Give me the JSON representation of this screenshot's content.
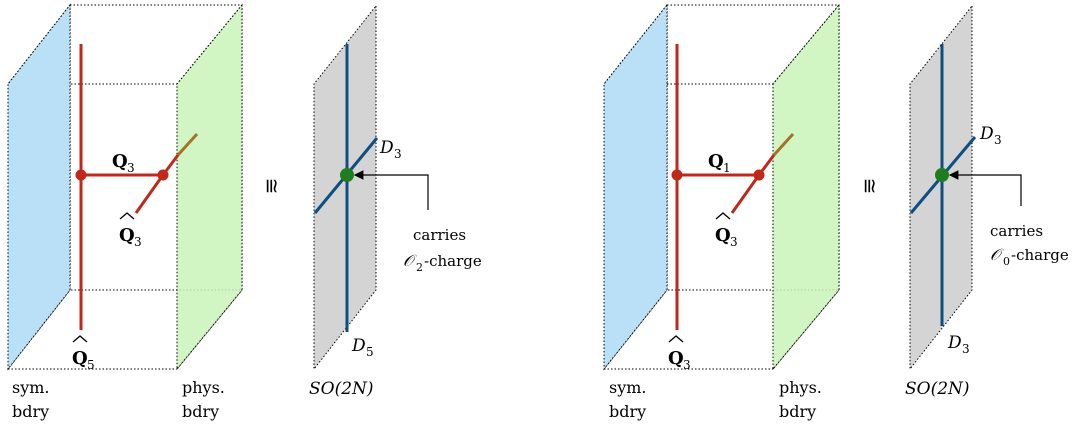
{
  "figures": [
    {
      "line_labels": {
        "horizontal_main": "Q",
        "horizontal_sub": "3",
        "diagonal_main": "Q",
        "diagonal_sub": "3",
        "bottom_main": "Q",
        "bottom_sub": "5"
      },
      "boundary_labels": {
        "sym_line1": "sym.",
        "sym_line2": "bdry",
        "phys_line1": "phys.",
        "phys_line2": "bdry"
      },
      "iso_symbol": "≅",
      "defect": {
        "top_main": "D",
        "top_sub": "3",
        "bottom_main": "D",
        "bottom_sub": "5",
        "note_line1": "carries",
        "note_line2_main": "𝒪",
        "note_line2_sub": "2",
        "note_line2_suffix": "-charge",
        "group_label": "SO(2N)"
      }
    },
    {
      "line_labels": {
        "horizontal_main": "Q",
        "horizontal_sub": "1",
        "diagonal_main": "Q",
        "diagonal_sub": "3",
        "bottom_main": "Q",
        "bottom_sub": "3"
      },
      "boundary_labels": {
        "sym_line1": "sym.",
        "sym_line2": "bdry",
        "phys_line1": "phys.",
        "phys_line2": "bdry"
      },
      "iso_symbol": "≅",
      "defect": {
        "top_main": "D",
        "top_sub": "3",
        "bottom_main": "D",
        "bottom_sub": "3",
        "note_line1": "carries",
        "note_line2_main": "𝒪",
        "note_line2_sub": "0",
        "note_line2_suffix": "-charge",
        "group_label": "SO(2N)"
      }
    }
  ],
  "colors": {
    "sym_plane": "#b9e0f7",
    "phys_plane": "#c9f5b9",
    "defect_plane": "#d4d4d4",
    "q_line": "#c0281a",
    "q_tail": "#a5722a",
    "d_line": "#0e4f80",
    "junction": "#1f7d1f"
  }
}
